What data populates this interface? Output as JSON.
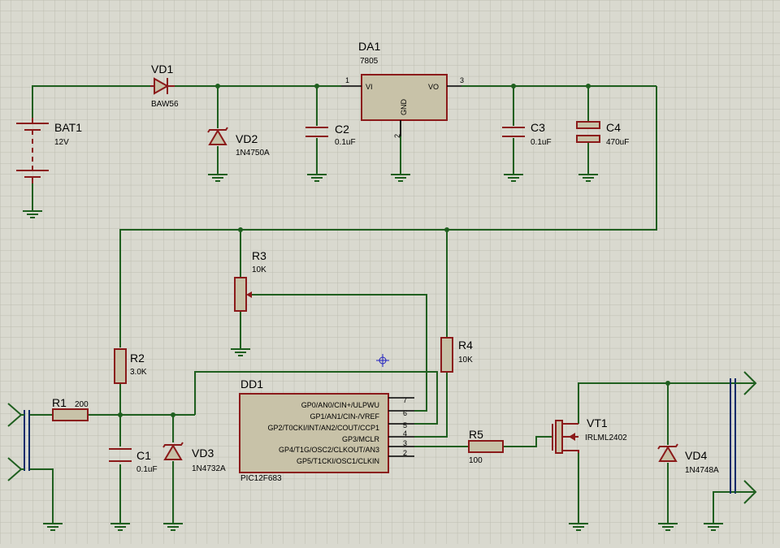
{
  "components": {
    "bat1": {
      "ref": "BAT1",
      "value": "12V"
    },
    "vd1": {
      "ref": "VD1",
      "value": "BAW56"
    },
    "vd2": {
      "ref": "VD2",
      "value": "1N4750A"
    },
    "da1": {
      "ref": "DA1",
      "value": "7805",
      "pin_vi": "VI",
      "pin_vo": "VO",
      "pin_gnd": "GND",
      "pin1": "1",
      "pin2": "2",
      "pin3": "3"
    },
    "c2": {
      "ref": "C2",
      "value": "0.1uF"
    },
    "c3": {
      "ref": "C3",
      "value": "0.1uF"
    },
    "c4": {
      "ref": "C4",
      "value": "470uF"
    },
    "r3": {
      "ref": "R3",
      "value": "10K"
    },
    "r2": {
      "ref": "R2",
      "value": "3.0K"
    },
    "r4": {
      "ref": "R4",
      "value": "10K"
    },
    "r1": {
      "ref": "R1",
      "value": "200"
    },
    "c1": {
      "ref": "C1",
      "value": "0.1uF"
    },
    "vd3": {
      "ref": "VD3",
      "value": "1N4732A"
    },
    "dd1": {
      "ref": "DD1",
      "value": "PIC12F683",
      "pins": [
        {
          "name": "GP0/AN0/CIN+/ULPWU",
          "num": "7"
        },
        {
          "name": "GP1/AN1/CIN-/VREF",
          "num": "6"
        },
        {
          "name": "GP2/T0CKI/INT/AN2/COUT/CCP1",
          "num": "5"
        },
        {
          "name": "GP3/MCLR",
          "num": "4"
        },
        {
          "name": "GP4/T1G/OSC2/CLKOUT/AN3",
          "num": "3"
        },
        {
          "name": "GP5/T1CKI/OSC1/CLKIN",
          "num": "2"
        }
      ]
    },
    "r5": {
      "ref": "R5",
      "value": "100"
    },
    "vt1": {
      "ref": "VT1",
      "value": "IRLML2402"
    },
    "vd4": {
      "ref": "VD4",
      "value": "1N4748A"
    }
  },
  "colors": {
    "background": "#d9d9cf",
    "grid": "#bdbdb0",
    "wire": "#1f5f1f",
    "component": "#8b1a1a",
    "component_fill": "#c8c2a8"
  }
}
